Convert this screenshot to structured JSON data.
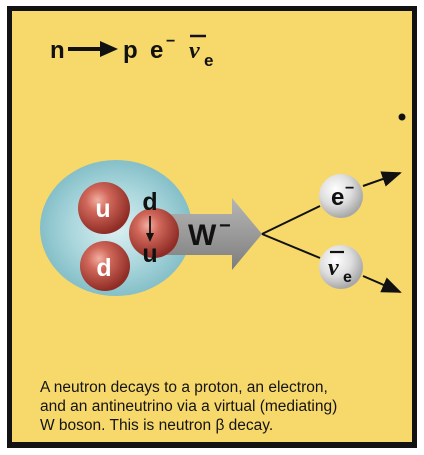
{
  "equation": {
    "n": "n",
    "p": "p",
    "e": "e",
    "e_sup": "−",
    "nu": "ν",
    "nu_sub": "e"
  },
  "neutron": {
    "quark_top": "u",
    "quark_right_top": "d",
    "quark_right_bottom": "u",
    "quark_bottom": "d"
  },
  "boson": {
    "label": "W",
    "charge": "−"
  },
  "electron": {
    "label": "e",
    "charge": "−"
  },
  "antineutrino": {
    "label": "ν",
    "sub": "e"
  },
  "caption": {
    "line1": "A neutron decays to a proton, an electron,",
    "line2": "and an antineutrino via a virtual (mediating)",
    "line3": "W boson. This is neutron β decay."
  },
  "colors": {
    "background": "#f7d86b",
    "frame": "#121212",
    "halo": "#9fcfd6",
    "quark": "#b9473e",
    "arrow": "#9a9a9a",
    "lepton": "#dcdcdc"
  }
}
